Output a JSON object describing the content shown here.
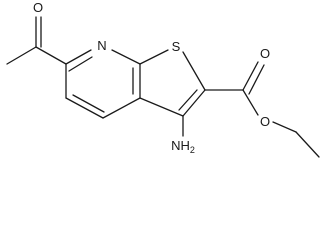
{
  "molecule": {
    "atoms": {
      "ring_nitrogen": "N",
      "thiophene_sulfur": "S",
      "carbonyl_oxygen_ketone": "O",
      "carbonyl_oxygen_ester": "O",
      "ester_oxygen": "O",
      "amino_group": "NH2"
    },
    "amino_main": "NH",
    "amino_subscript": "2"
  }
}
